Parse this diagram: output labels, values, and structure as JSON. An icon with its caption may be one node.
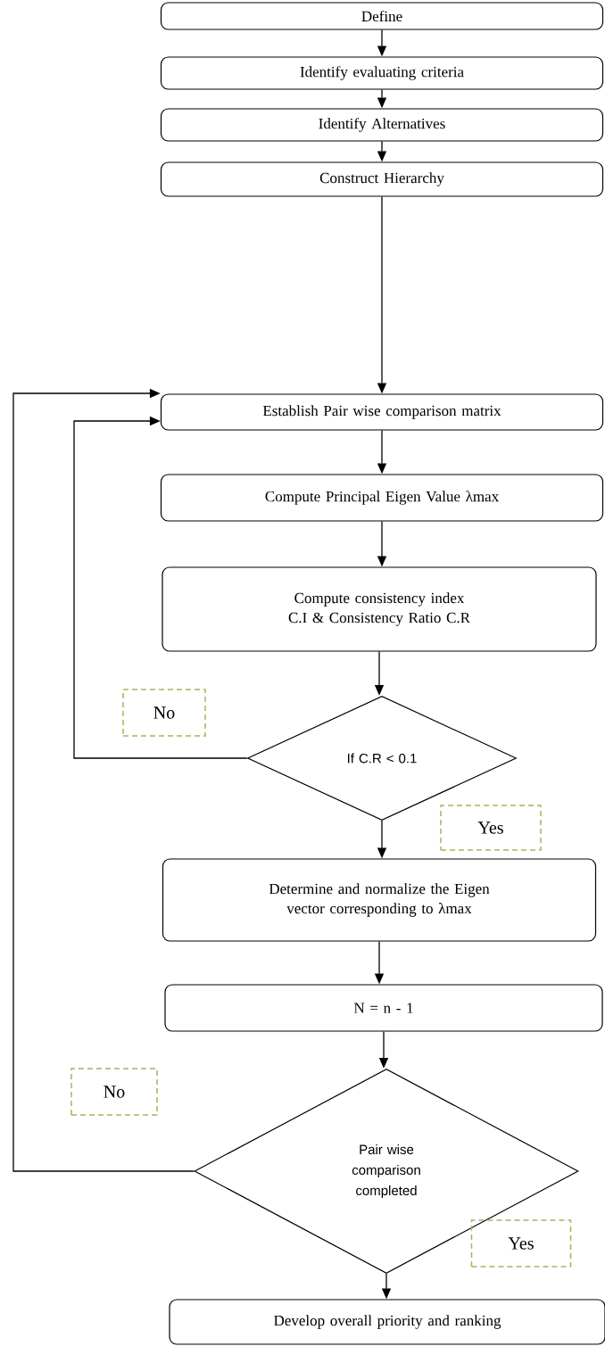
{
  "diagram": {
    "nodes": [
      {
        "text": [
          "Define"
        ]
      },
      {
        "text": [
          "Identify evaluating criteria"
        ]
      },
      {
        "text": [
          "Identify Alternatives"
        ]
      },
      {
        "text": [
          "Construct Hierarchy"
        ]
      },
      {
        "text": [
          "Establish Pair wise comparison matrix"
        ]
      },
      {
        "text": [
          "Compute Principal Eigen Value λmax"
        ]
      },
      {
        "text": [
          "Compute consistency index C.I & Consistency Ratio C.R"
        ]
      },
      {
        "text": [
          "No"
        ]
      },
      {
        "text": [
          "If C.R < 0.1"
        ]
      },
      {
        "text": [
          "Yes"
        ]
      },
      {
        "text": [
          "Determine and normalize the Eigen vector corresponding to λmax"
        ]
      },
      {
        "text": [
          "N = n - 1"
        ]
      },
      {
        "text": [
          "No"
        ]
      },
      {
        "text": [
          "Pair wise comparison completed"
        ]
      },
      {
        "text": [
          "Yes"
        ]
      },
      {
        "text": [
          "Develop overall priority and ranking"
        ]
      }
    ],
    "edges": [
      {
        "from": 0,
        "to": 1,
        "arrow": "to"
      },
      {
        "from": 1,
        "to": 2,
        "arrow": "to"
      },
      {
        "from": 2,
        "to": 3,
        "arrow": "to"
      },
      {
        "from": 3,
        "to": 4,
        "arrow": "to"
      },
      {
        "from": 4,
        "to": 5,
        "arrow": "to"
      },
      {
        "from": 5,
        "to": 6,
        "arrow": "to"
      },
      {
        "from": 6,
        "to": 8,
        "arrow": "to"
      },
      {
        "from": 8,
        "to": 4,
        "arrow": "to"
      },
      {
        "from": 8,
        "to": 10,
        "arrow": "to"
      },
      {
        "from": 10,
        "to": 11,
        "arrow": "to"
      },
      {
        "from": 11,
        "to": 13,
        "arrow": "to"
      },
      {
        "from": 13,
        "to": 4,
        "arrow": "to"
      },
      {
        "from": 13,
        "to": 15,
        "arrow": "to"
      }
    ]
  }
}
